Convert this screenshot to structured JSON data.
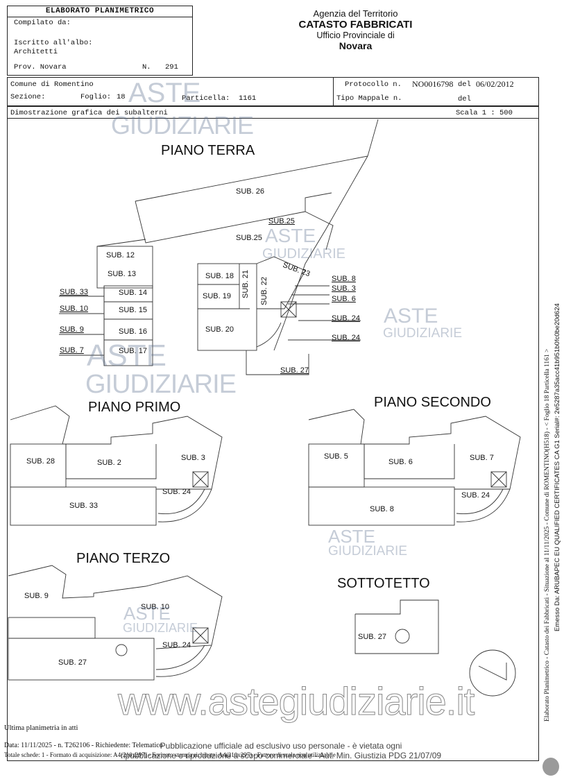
{
  "header": {
    "elaborato_title": "ELABORATO PLANIMETRICO",
    "compilato_da": "Compilato da:",
    "iscritto_albo": "Iscritto all'albo:",
    "albo_value": "Architetti",
    "prov_label": "Prov. Novara",
    "n_label": "N.",
    "n_value": "291",
    "agency_line1": "Agenzia del Territorio",
    "agency_line2": "CATASTO FABBRICATI",
    "agency_line3": "Ufficio Provinciale di",
    "agency_line4": "Novara",
    "comune": "Comune di Romentino",
    "sezione_label": "Sezione:",
    "foglio_label": "Foglio:",
    "foglio_value": "18",
    "particella_label": "Particella:",
    "particella_value": "1161",
    "protocollo_label": "Protocollo n.",
    "protocollo_value": "NO0016798",
    "del_label": "del",
    "protocollo_date": "06/02/2012",
    "tipo_mappale_label": "Tipo Mappale n.",
    "del_label_2": "del",
    "dimostrazione": "Dimostrazione grafica dei subalterni",
    "scala": "Scala 1 : 500"
  },
  "floors": {
    "piano_terra": "PIANO TERRA",
    "piano_primo": "PIANO PRIMO",
    "piano_secondo": "PIANO SECONDO",
    "piano_terzo": "PIANO TERZO",
    "sottotetto": "SOTTOTETTO"
  },
  "subs": {
    "terra": [
      "SUB. 26",
      "SUB.25",
      "SUB.25",
      "SUB. 12",
      "SUB. 13",
      "SUB. 33",
      "SUB. 14",
      "SUB. 10",
      "SUB. 15",
      "SUB. 9",
      "SUB. 16",
      "SUB. 7",
      "SUB. 17",
      "SUB. 18",
      "SUB. 21",
      "SUB. 19",
      "SUB. 22",
      "SUB. 23",
      "SUB. 8",
      "SUB. 3",
      "SUB. 6",
      "SUB. 24",
      "SUB. 20",
      "SUB. 24",
      "SUB. 27"
    ],
    "primo": [
      "SUB. 28",
      "SUB. 2",
      "SUB. 3",
      "SUB. 24",
      "SUB. 33"
    ],
    "secondo": [
      "SUB. 5",
      "SUB. 6",
      "SUB. 7",
      "SUB. 24",
      "SUB. 8"
    ],
    "terzo": [
      "SUB. 9",
      "SUB. 10",
      "SUB. 24",
      "SUB. 27"
    ],
    "sottotetto": [
      "SUB. 27"
    ]
  },
  "watermark": {
    "aste": "ASTE",
    "giudiziarie": "GIUDIZIARIE",
    "url": "www.astegiudiziarie.it",
    "notice_line1": "Pubblicazione ufficiale ad esclusivo uso personale - è vietata ogni",
    "notice_line2": "ripubblicazione o riproduzione a scopo commerciale - Aut. Min. Giustizia PDG 21/07/09"
  },
  "footer": {
    "ultima": "Ultima planimetria in atti",
    "data_line": "Data: 11/11/2025 - n. T262106 - Richiedente: Telematico",
    "totale_line": "Totale schede: 1 - Formato di acquisizione: A4(210x297) - Formato stampa richiesto: A4(210x297) - Fattore di scala non utilizzabile"
  },
  "side": {
    "line1": "Elaborato Planimetrico - Catasto dei Fabbricati - Situazione al 11/11/2025 - Comune di ROMENTINO(H518) - < Foglio 18 Particella 1161 >",
    "line2": "Emesso Da: ARUBAPEC EU QUALIFIED CERTIFICATES CA G1 Serial#: 2e5287a35acc41b951b0fc0be20d624"
  }
}
